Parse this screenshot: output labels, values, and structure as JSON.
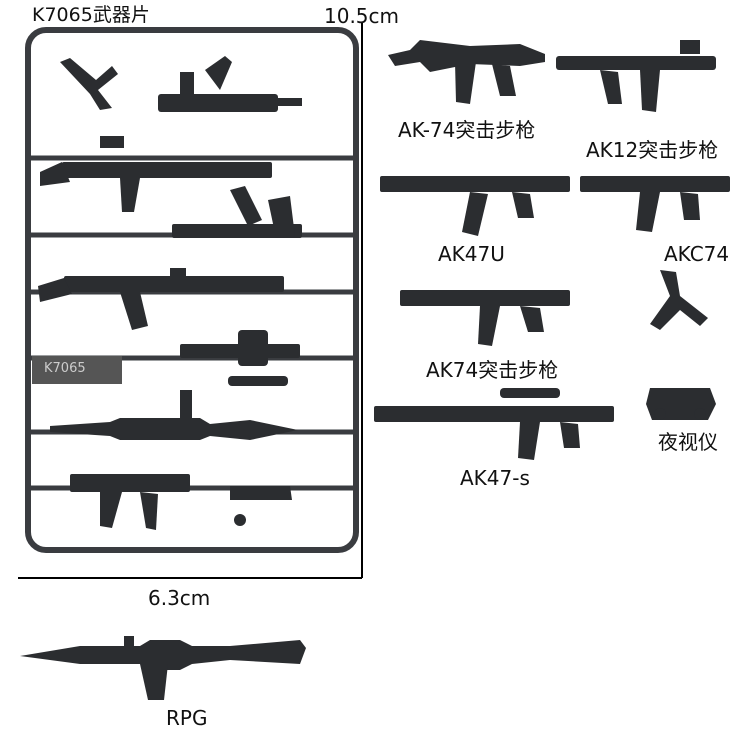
{
  "header": {
    "sprue_label": "K7065武器片",
    "height_dim": "10.5cm",
    "width_dim": "6.3cm"
  },
  "sprue": {
    "tag_text": "K7065"
  },
  "weapons": {
    "ak74_assault": "AK-74突击步枪",
    "ak12_assault": "AK12突击步枪",
    "ak47u": "AK47U",
    "akc74": "AKC74",
    "ak74_assault_2": "AK74突击步枪",
    "ak47s": "AK47-s",
    "night_vision": "夜视仪",
    "rpg": "RPG"
  }
}
